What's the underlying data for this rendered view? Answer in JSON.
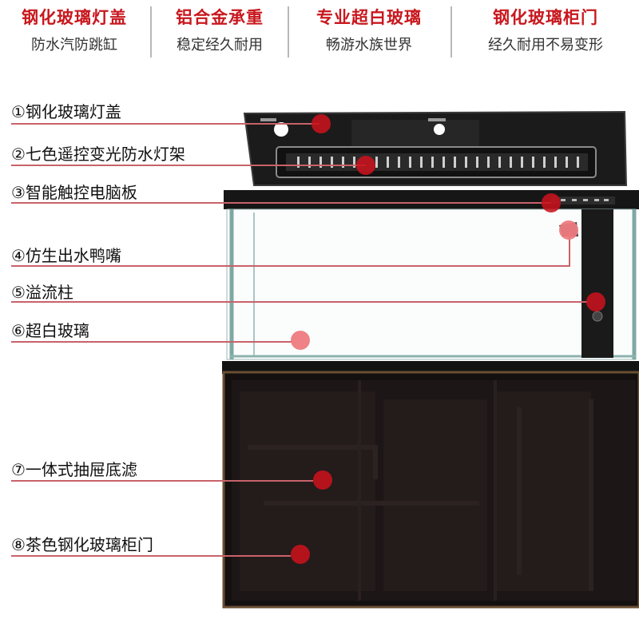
{
  "features": [
    {
      "title": "钢化玻璃灯盖",
      "subtitle": "防水汽防跳缸"
    },
    {
      "title": "铝合金承重",
      "subtitle": "稳定经久耐用"
    },
    {
      "title": "专业超白玻璃",
      "subtitle": "畅游水族世界"
    },
    {
      "title": "钢化玻璃柜门",
      "subtitle": "经久耐用不易变形"
    }
  ],
  "callouts": [
    {
      "label": "①钢化玻璃灯盖"
    },
    {
      "label": "②七色遥控变光防水灯架"
    },
    {
      "label": "③智能触控电脑板"
    },
    {
      "label": "④仿生出水鸭嘴"
    },
    {
      "label": "⑤溢流柱"
    },
    {
      "label": "⑥超白玻璃"
    },
    {
      "label": "⑦一体式抽屉底滤"
    },
    {
      "label": "⑧茶色钢化玻璃柜门"
    }
  ],
  "colors": {
    "accent": "#c8181e",
    "leader_line": "#c8626a",
    "marker": "#c8121c",
    "marker_light": "#ee7b80"
  }
}
